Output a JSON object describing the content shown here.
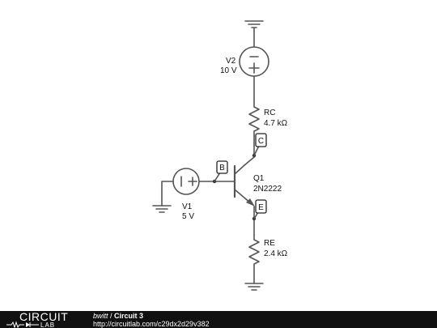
{
  "schematic": {
    "components": {
      "v2": {
        "name": "V2",
        "value": "10 V"
      },
      "rc": {
        "name": "RC",
        "value": "4.7 kΩ"
      },
      "q1": {
        "name": "Q1",
        "value": "2N2222"
      },
      "v1": {
        "name": "V1",
        "value": "5 V"
      },
      "re": {
        "name": "RE",
        "value": "2.4 kΩ"
      }
    },
    "node_tags": {
      "collector": "C",
      "base": "B",
      "emitter": "E"
    },
    "colors": {
      "wire": "#555555",
      "tag_border": "#222222",
      "footer_bg": "#111111"
    }
  },
  "footer": {
    "logo_top": "CIRCUIT",
    "logo_bottom": "LAB",
    "author": "bwitt",
    "separator": " / ",
    "circuit_title": "Circuit 3",
    "url": "http://circuitlab.com/c29dx2d29v382"
  }
}
